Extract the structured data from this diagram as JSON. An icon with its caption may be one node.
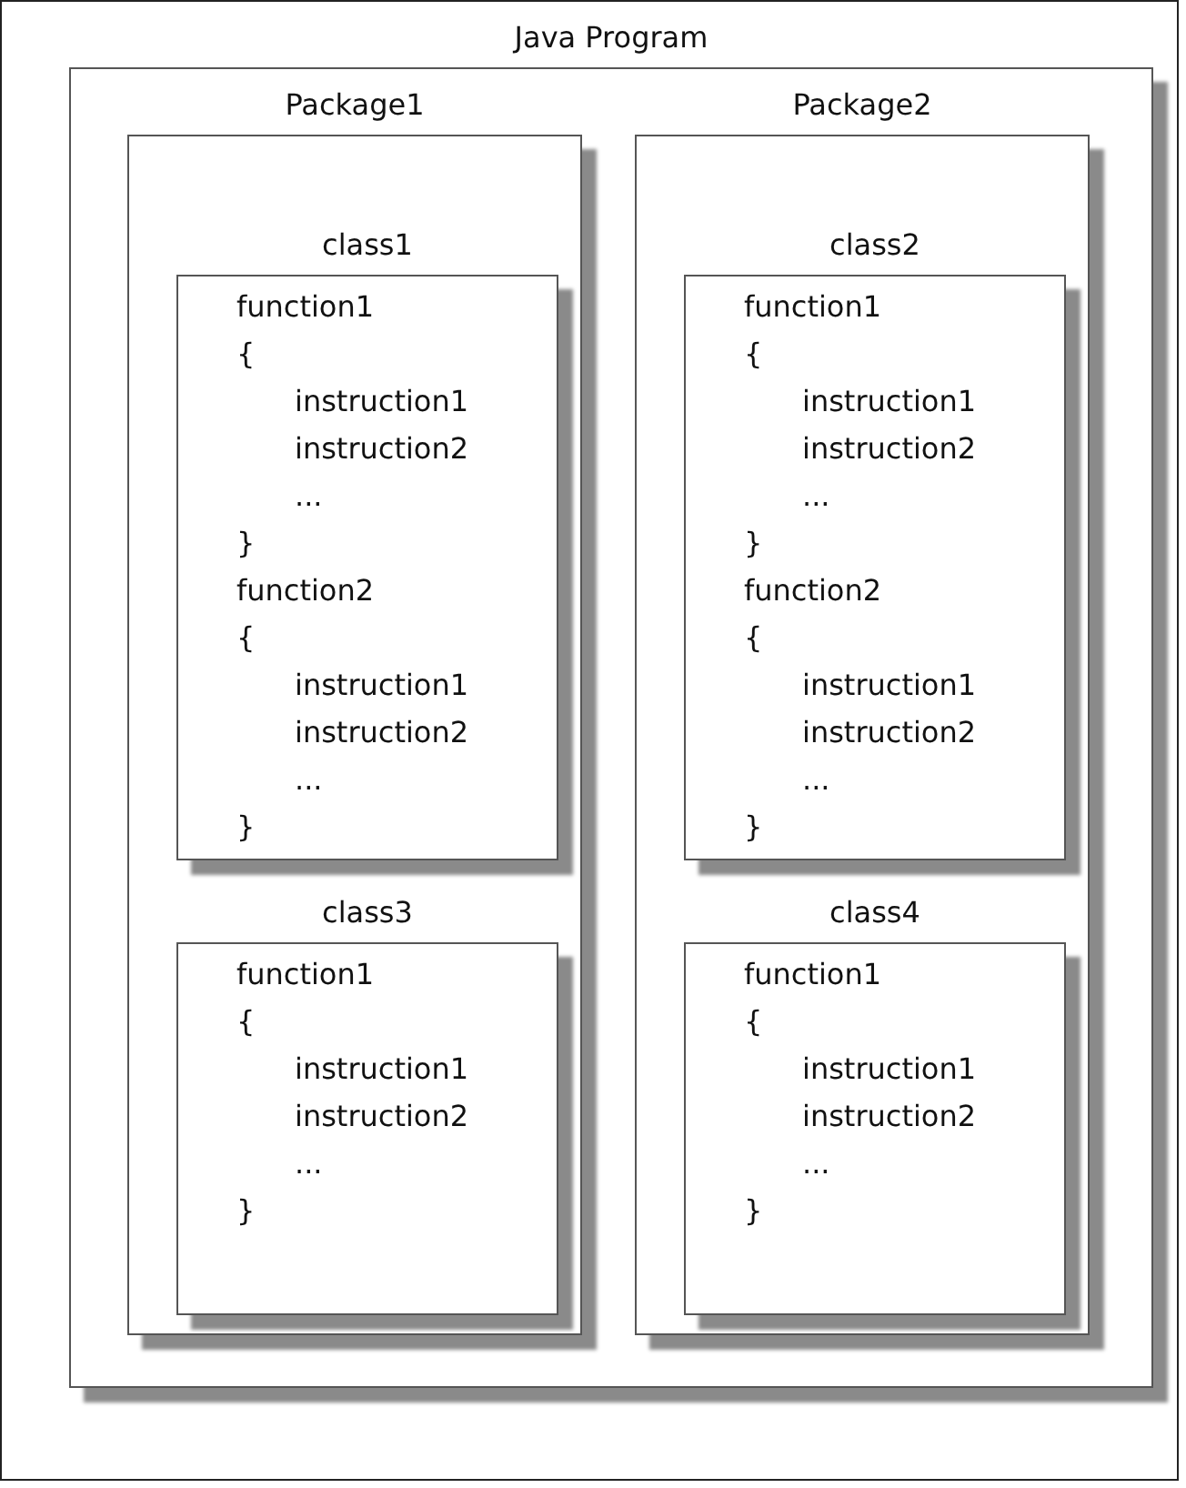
{
  "diagram": {
    "nodes": [
      {
        "text": [
          "Java Program"
        ]
      },
      {
        "text": [
          "Package1"
        ],
        "in": 0
      },
      {
        "text": [
          "class1",
          "function1",
          "{",
          "instruction1",
          "instruction2",
          "...",
          "}",
          "function2",
          "{",
          "instruction1",
          "instruction2",
          "...",
          "}"
        ],
        "in": 1
      },
      {
        "text": [
          "class3",
          "function1",
          "{",
          "instruction1",
          "instruction2",
          "...",
          "}"
        ],
        "in": 1
      },
      {
        "text": [
          "Package2"
        ],
        "in": 0
      },
      {
        "text": [
          "class2",
          "function1",
          "{",
          "instruction1",
          "instruction2",
          "...",
          "}",
          "function2",
          "{",
          "instruction1",
          "instruction2",
          "...",
          "}"
        ],
        "in": 4
      },
      {
        "text": [
          "class4",
          "function1",
          "{",
          "instruction1",
          "instruction2",
          "...",
          "}"
        ],
        "in": 4
      }
    ]
  }
}
